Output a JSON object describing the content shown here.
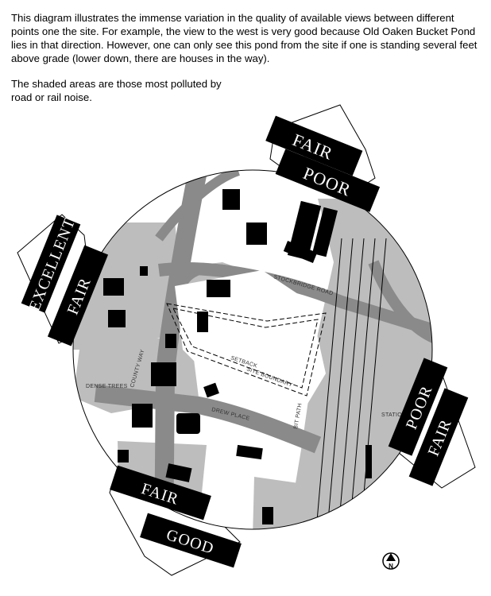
{
  "description": "This diagram illustrates the immense variation in the quality of available views between different points one the site. For example, the view to the west is very good because Old Oaken Bucket Pond lies in that direction. However, one can only see this pond from the site if one is standing several feet above grade (lower down, there are houses in the way).",
  "note": "The shaded areas are those most polluted by road or rail noise.",
  "view_labels": {
    "north_outer": "FAIR",
    "north_inner": "POOR",
    "west_outer": "EXCELLENT",
    "west_inner": "FAIR",
    "east_outer": "POOR",
    "east_inner": "FAIR",
    "south_outer": "FAIR",
    "south_inner": "GOOD"
  },
  "map_labels": {
    "stockbridge_road": "STOCKBRIDGE ROAD",
    "county_way": "COUNTY WAY",
    "drew_place": "DREW PLACE",
    "bit_path": "BIT PATH",
    "setback": "SETBACK",
    "site_boundary": "SITE BOUNDARY",
    "dense_trees": "DENSE TREES",
    "station": "STATIO"
  },
  "north_arrow": "N",
  "colors": {
    "road": "#8a8a8a",
    "noise_shade": "#bdbdbd",
    "building": "#000000",
    "label_band": "#000000"
  }
}
